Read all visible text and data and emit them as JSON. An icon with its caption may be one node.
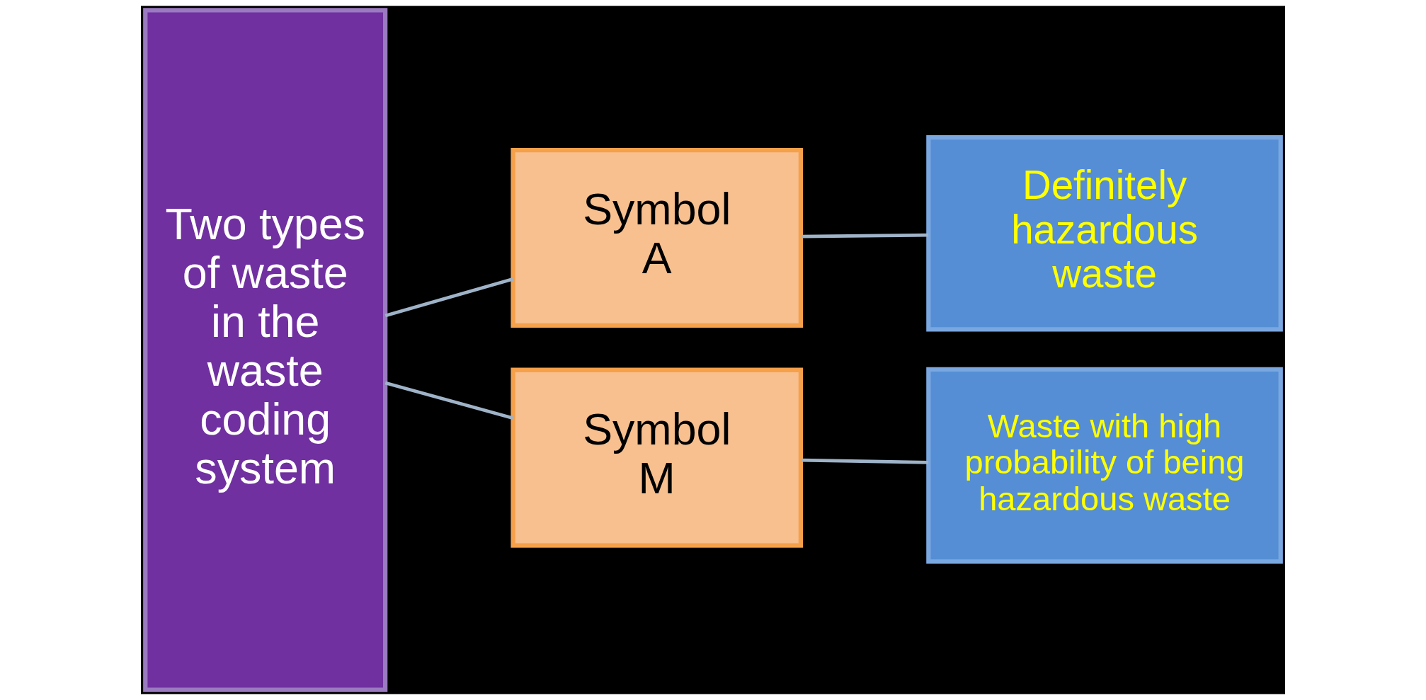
{
  "diagram": {
    "nodes": [
      {
        "text": [
          "Two types of waste in the waste coding system"
        ]
      },
      {
        "text": [
          "Symbol A"
        ]
      },
      {
        "text": [
          "Symbol M"
        ]
      },
      {
        "text": [
          "Definitely hazardous waste"
        ]
      },
      {
        "text": [
          "Waste with high probability of being hazardous waste"
        ]
      }
    ],
    "edges": [
      {
        "from": 0,
        "to": 1,
        "arrow": "none"
      },
      {
        "from": 0,
        "to": 2,
        "arrow": "none"
      },
      {
        "from": 1,
        "to": 3,
        "arrow": "none"
      },
      {
        "from": 2,
        "to": 4,
        "arrow": "none"
      }
    ]
  }
}
